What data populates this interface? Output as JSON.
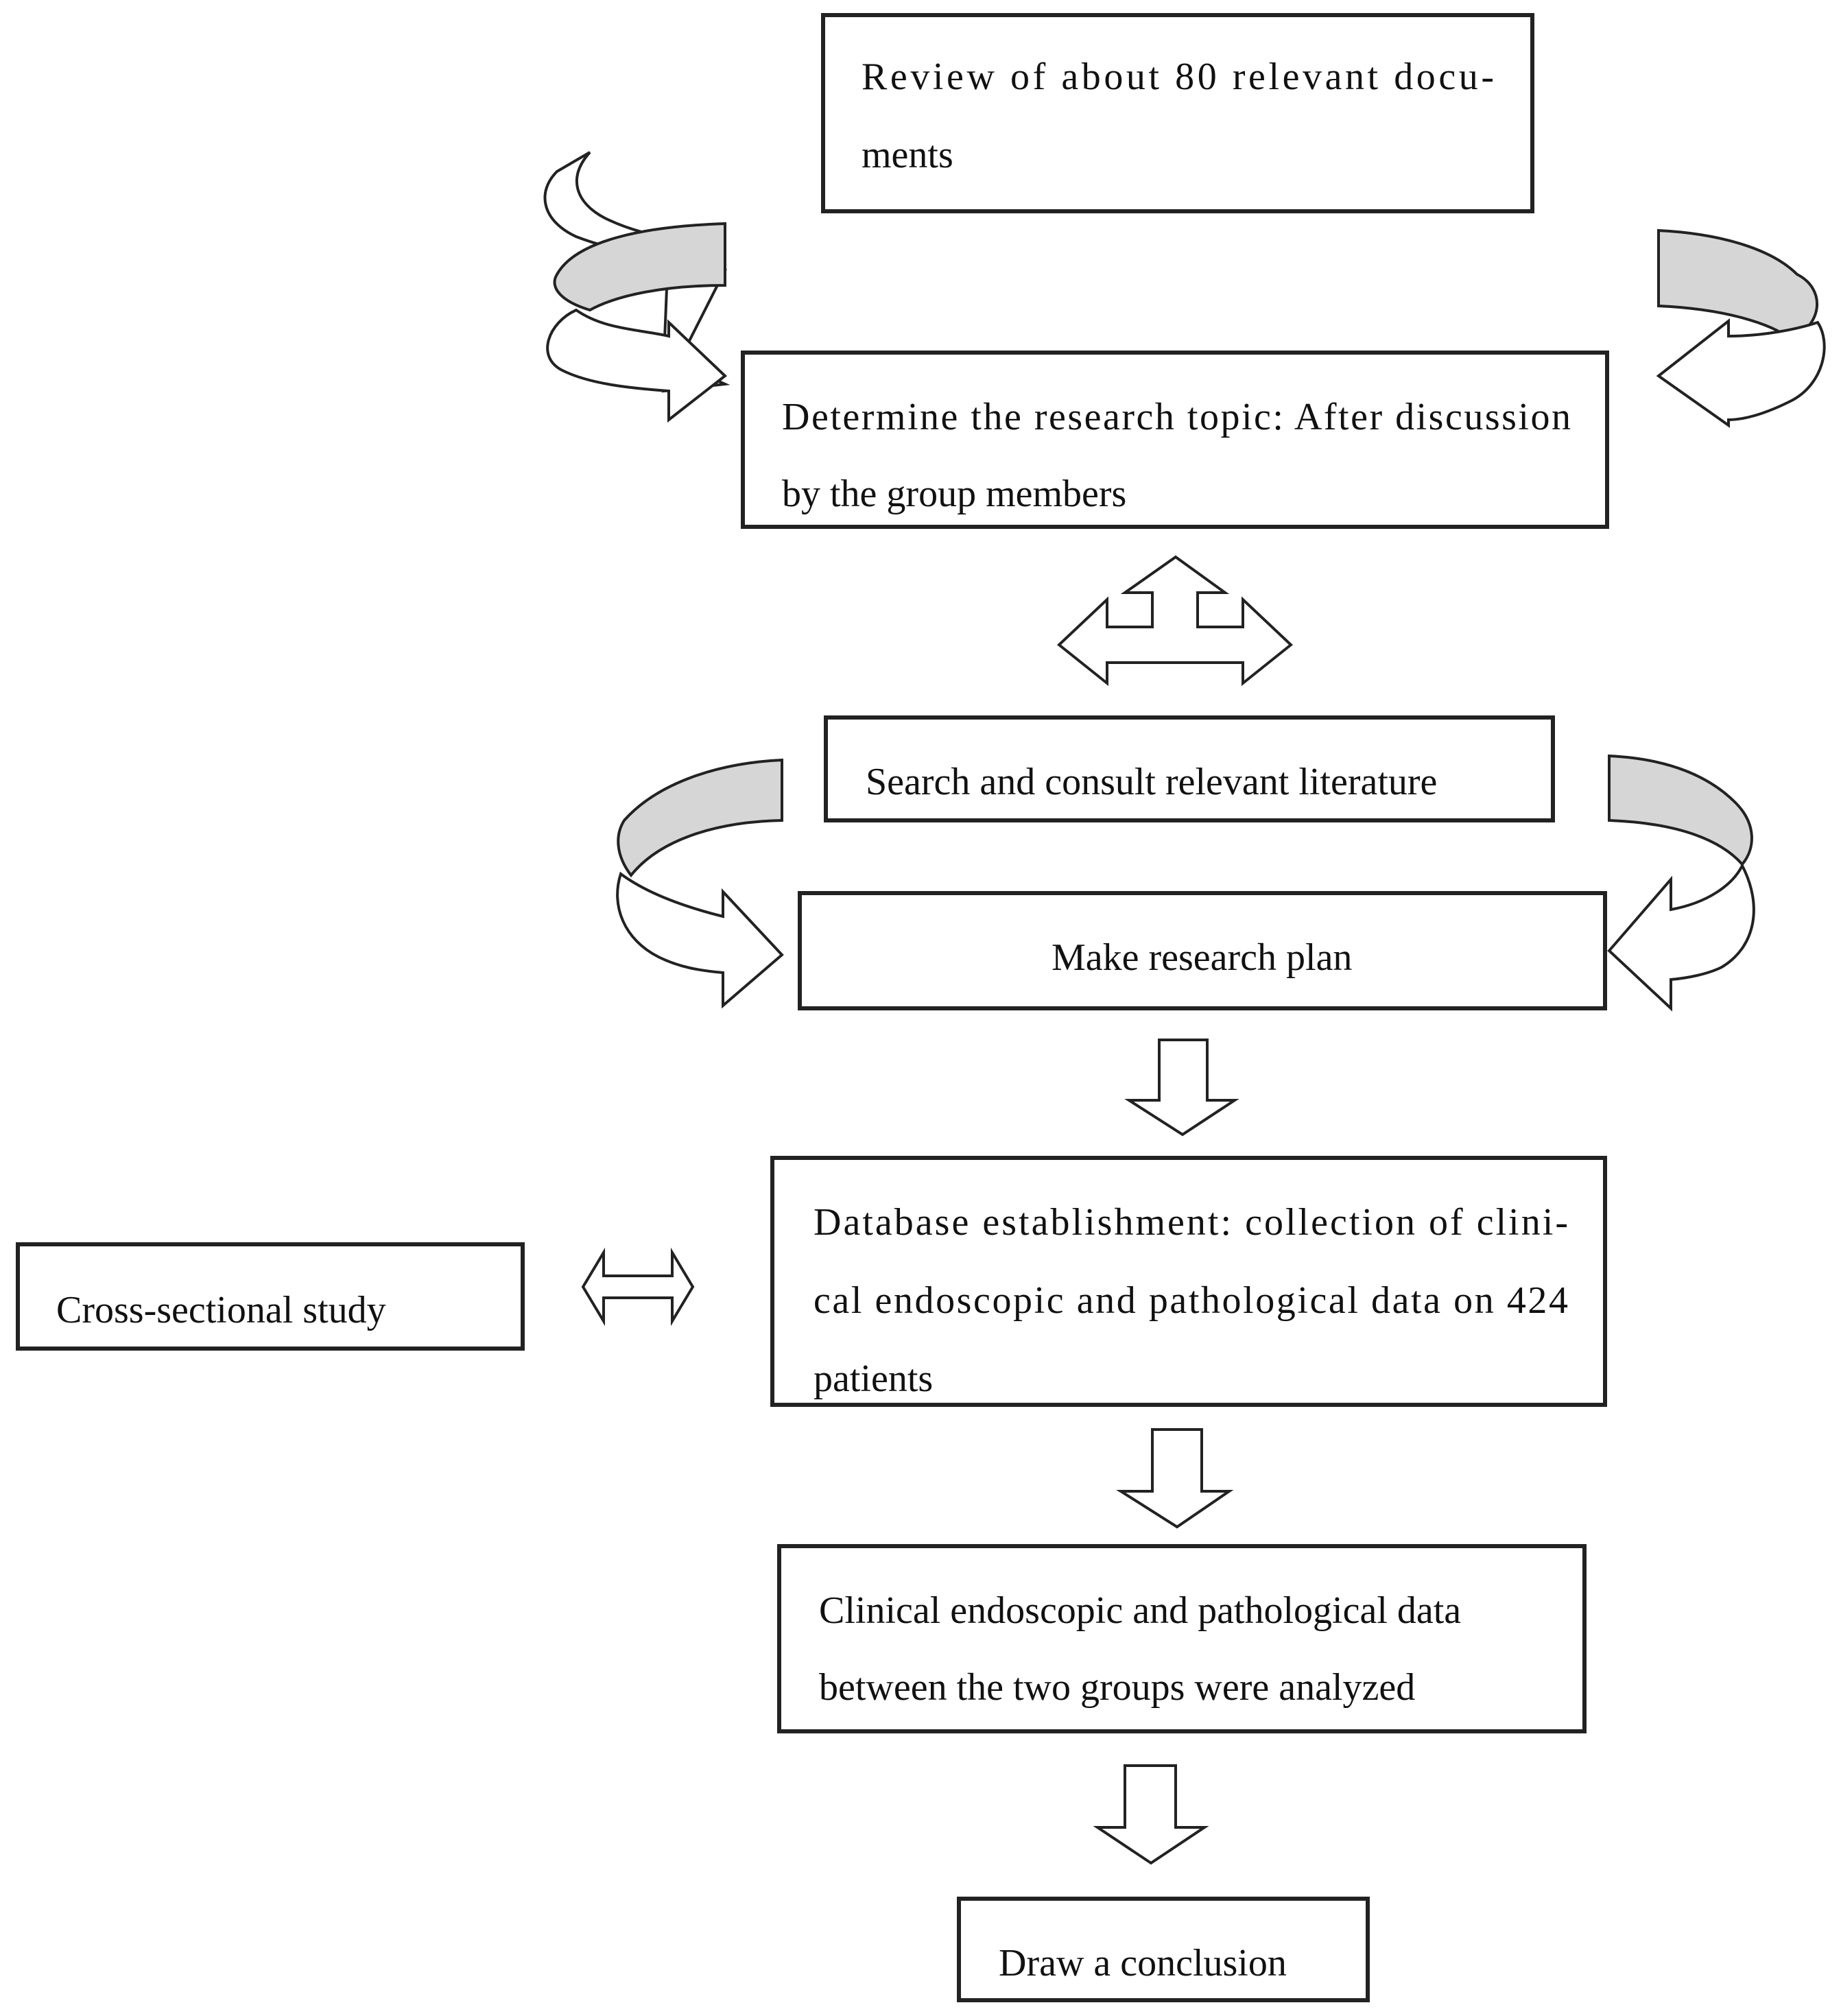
{
  "nodes": {
    "review": {
      "line1": "Review of about 80 relevant docu-",
      "line2": "ments"
    },
    "topic": {
      "line1": "Determine the research topic: After discussion",
      "line2": "by the group members"
    },
    "search": {
      "line1": "Search and consult relevant literature"
    },
    "plan": {
      "line1": "Make research plan"
    },
    "database": {
      "line1": "Database establishment: collection of clini-",
      "line2": "cal endoscopic and pathological data on 424",
      "line3": "patients"
    },
    "cross": {
      "line1": "Cross-sectional study"
    },
    "analysis": {
      "line1": "Clinical endoscopic and pathological data",
      "line2": "between the two groups were analyzed"
    },
    "conclusion": {
      "line1": "Draw a conclusion"
    }
  }
}
